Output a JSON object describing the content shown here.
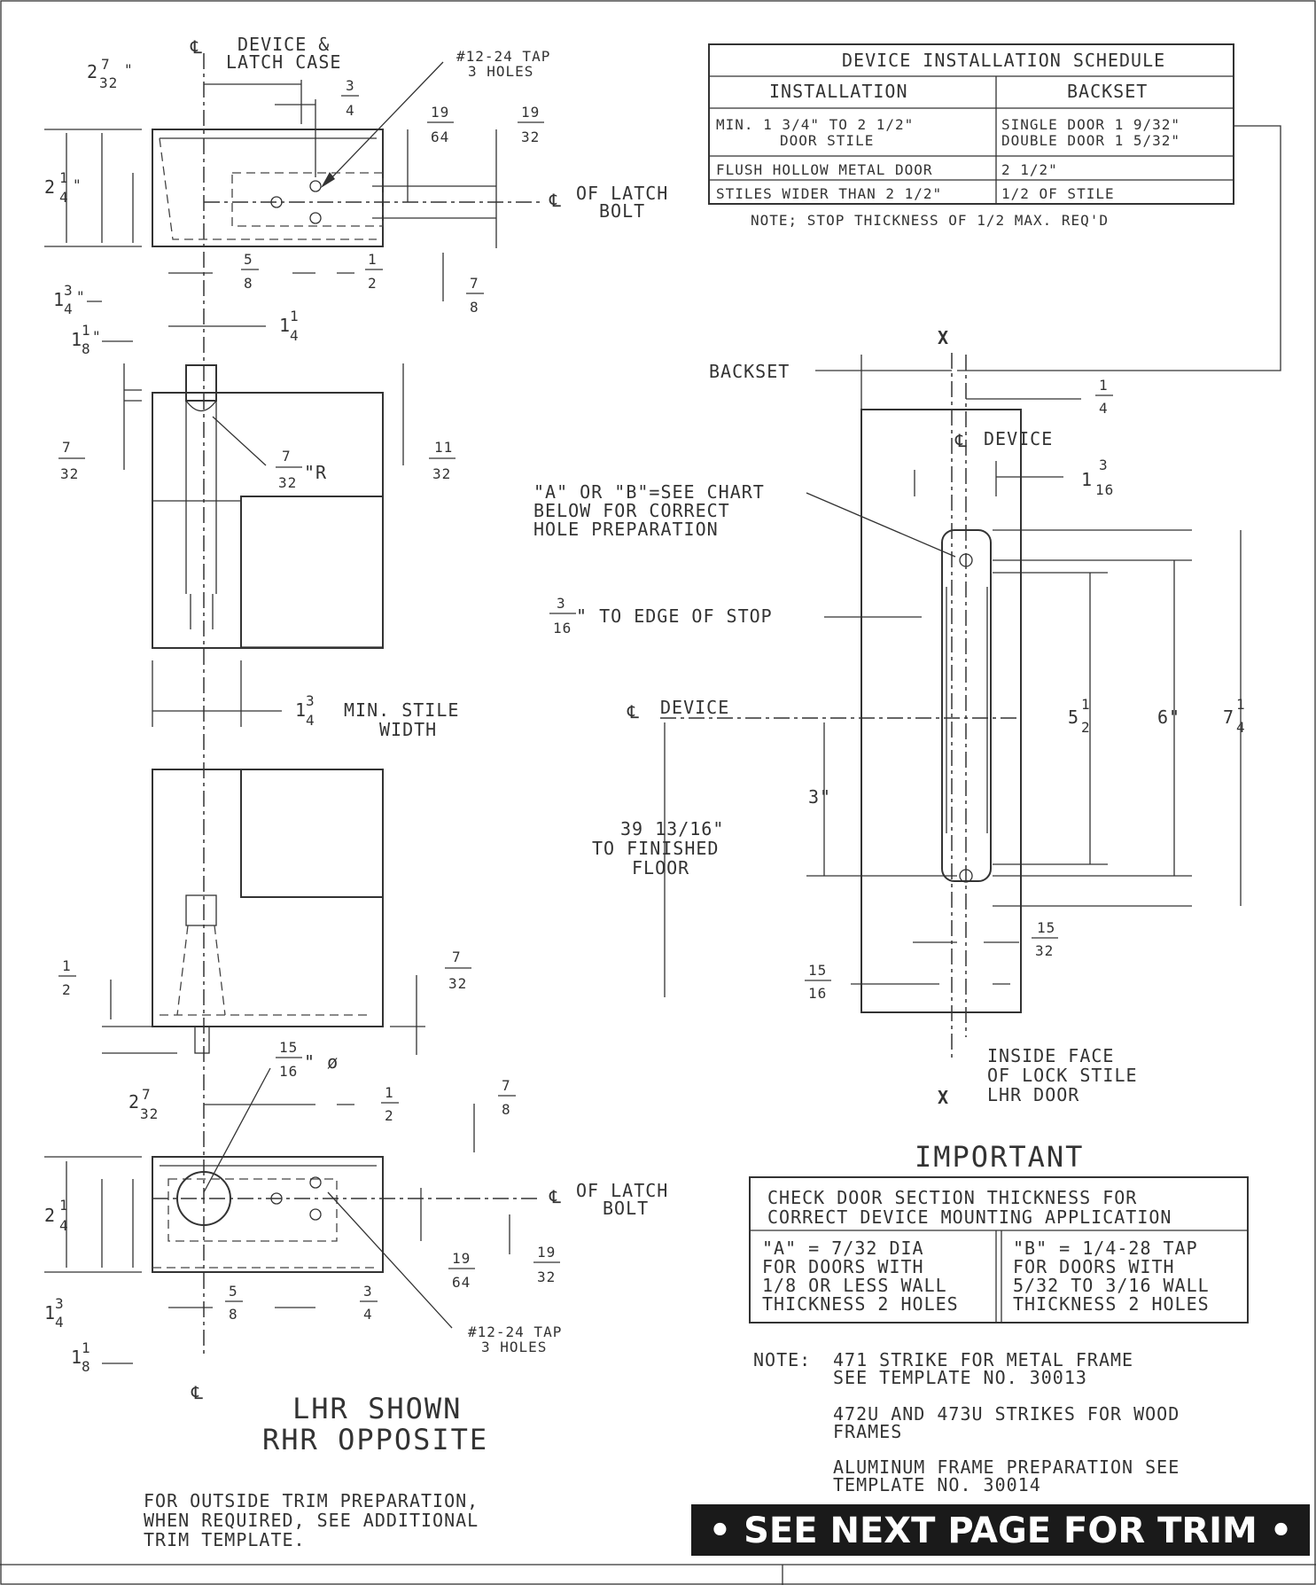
{
  "schedule": {
    "title": "DEVICE INSTALLATION SCHEDULE",
    "col_installation": "INSTALLATION",
    "col_backset": "BACKSET",
    "rows": [
      {
        "install": [
          "MIN. 1 3/4\" TO 2 1/2\"",
          "DOOR STILE"
        ],
        "backset": [
          "SINGLE DOOR 1 9/32\"",
          "DOUBLE DOOR 1 5/32\""
        ]
      },
      {
        "install": [
          "FLUSH HOLLOW METAL DOOR"
        ],
        "backset": [
          "2 1/2\""
        ]
      },
      {
        "install": [
          "STILES WIDER THAN 2 1/2\""
        ],
        "backset": [
          "1/2 OF STILE"
        ]
      }
    ],
    "note": "NOTE; STOP THICKNESS OF 1/2 MAX. REQ'D"
  },
  "top_view": {
    "cl_label": "DEVICE &",
    "cl_label2": "LATCH CASE",
    "tap_note": "#12-24 TAP",
    "tap_note2": "3 HOLES",
    "latch_label": "OF LATCH",
    "latch_label2": "BOLT"
  },
  "elevation": {
    "radius_suffix": "\"R",
    "stile_label": "MIN. STILE",
    "stile_label2": "WIDTH",
    "dia_suffix": "\" ø",
    "caption": "LHR SHOWN",
    "caption2": "RHR OPPOSITE",
    "footer_note": [
      "FOR OUTSIDE TRIM PREPARATION,",
      "WHEN REQUIRED, SEE ADDITIONAL",
      "TRIM TEMPLATE."
    ]
  },
  "device_view": {
    "backset_label": "BACKSET",
    "device_cl": "DEVICE",
    "chart_note": [
      "\"A\" OR \"B\"=SEE CHART",
      "BELOW FOR CORRECT",
      "HOLE PREPARATION"
    ],
    "stop_note": "\" TO EDGE OF STOP",
    "floor_note": [
      "39 13/16\"",
      "TO FINISHED",
      "FLOOR"
    ],
    "dim_3": "3\"",
    "dim_6": "6\"",
    "face_note": [
      "INSIDE FACE",
      "OF LOCK STILE",
      "LHR DOOR"
    ],
    "x_mark": "X"
  },
  "important": {
    "title": "IMPORTANT",
    "header": [
      "CHECK DOOR SECTION THICKNESS FOR",
      "CORRECT DEVICE MOUNTING APPLICATION"
    ],
    "col_a": [
      "\"A\" = 7/32 DIA",
      "FOR DOORS WITH",
      "1/8 OR LESS WALL",
      "THICKNESS 2 HOLES"
    ],
    "col_b": [
      "\"B\" = 1/4-28 TAP",
      "FOR DOORS WITH",
      "5/32 TO 3/16 WALL",
      "THICKNESS 2 HOLES"
    ]
  },
  "notes": {
    "label": "NOTE:",
    "n1": [
      "471 STRIKE FOR METAL FRAME",
      "SEE TEMPLATE NO. 30013"
    ],
    "n2": [
      "472U AND 473U STRIKES FOR WOOD",
      "FRAMES"
    ],
    "n3": [
      "ALUMINUM FRAME PREPARATION SEE",
      "TEMPLATE NO. 30014"
    ]
  },
  "banner": "• SEE NEXT PAGE FOR TRIM •",
  "fractions": {
    "n1": "1",
    "n2": "2",
    "n3": "3",
    "n4": "4",
    "n5": "5",
    "n7": "7",
    "n11": "11",
    "n15": "15",
    "n16": "16",
    "n19": "19",
    "n32": "32",
    "n64": "64",
    "n8": "8",
    "quote": "\""
  },
  "colors": {
    "ink": "#333333",
    "banner_bg": "#1a1a1a",
    "banner_fg": "#ffffff"
  }
}
